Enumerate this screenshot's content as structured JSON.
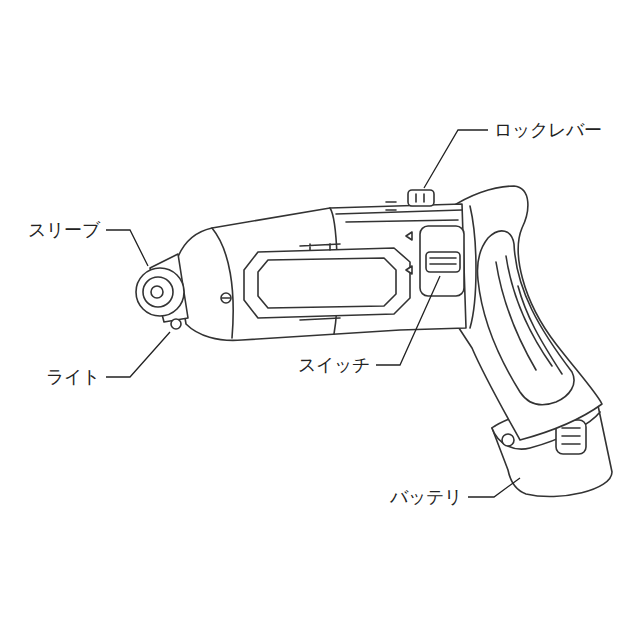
{
  "diagram": {
    "labels": [
      "ロックレバー",
      "スリーブ",
      "ライト",
      "スイッチ",
      "バッテリ"
    ]
  }
}
